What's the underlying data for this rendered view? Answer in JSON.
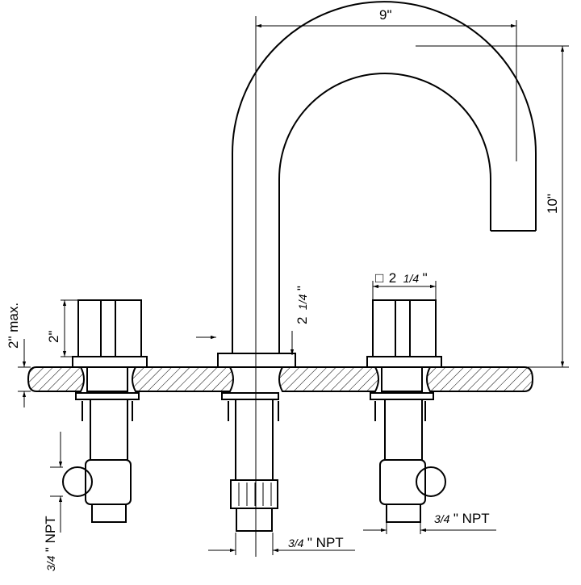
{
  "dimensions": {
    "spout_reach": "9\"",
    "spout_height": "10\"",
    "handle_square_symbol": "□",
    "handle_square_whole": "2",
    "handle_square_fraction": "1/4",
    "handle_square_unit": "\"",
    "spout_base_whole": "2",
    "spout_base_fraction": "1/4",
    "spout_base_unit": "\"",
    "deck_max_thickness": "2\" max.",
    "handle_height": "2\"",
    "npt_fraction": "3/4",
    "npt_unit": "\" NPT"
  },
  "colors": {
    "line": "#000000",
    "background": "#ffffff"
  }
}
